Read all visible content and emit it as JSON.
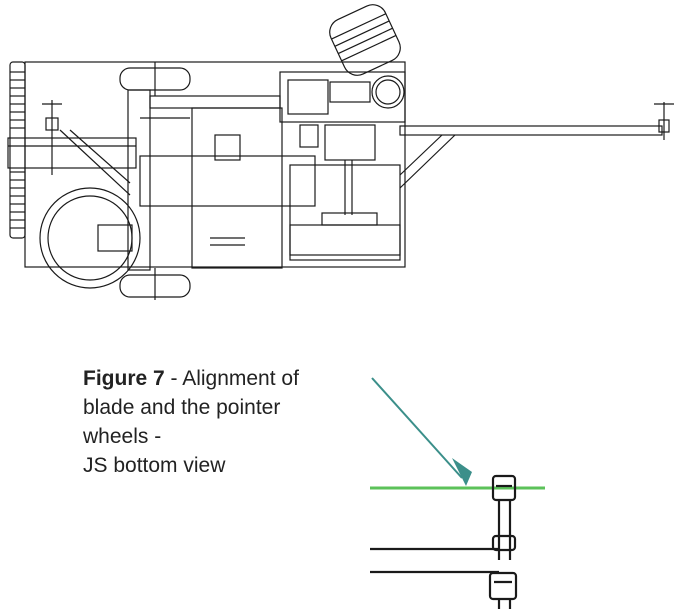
{
  "caption": {
    "figure_label": "Figure 7",
    "line1_rest": " - Alignment of",
    "line2": "blade and the pointer",
    "line3": "wheels -",
    "line4": "JS bottom view"
  },
  "colors": {
    "line": "#1a1a1a",
    "laser": "#5cc25a",
    "arrow": "#3b8f8a"
  }
}
